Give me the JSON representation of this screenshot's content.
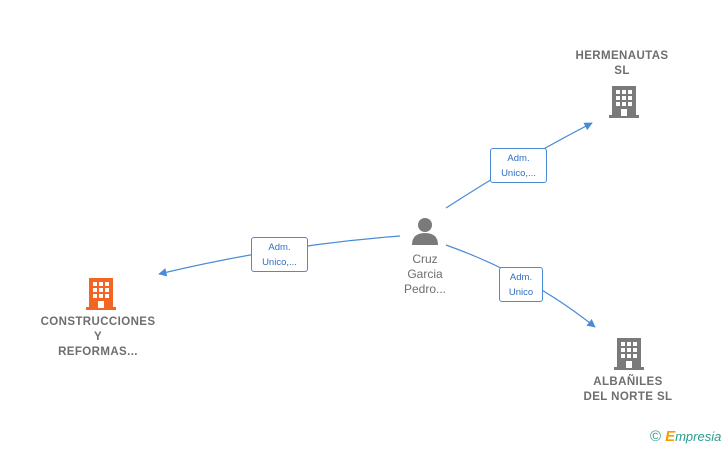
{
  "nodes": {
    "hermenautas": {
      "label": "HERMENAUTAS\nSL",
      "color": "#7a7a7a"
    },
    "construcciones": {
      "label": "CONSTRUCCIONES\nY\nREFORMAS...",
      "color": "#f26522"
    },
    "albaniles": {
      "label": "ALBAÑILES\nDEL NORTE SL",
      "color": "#7a7a7a"
    },
    "person": {
      "label": "Cruz\nGarcia\nPedro...",
      "icon": "person-icon"
    }
  },
  "edges": {
    "to_hermenautas": "Adm.\nUnico,...",
    "to_construcciones": "Adm.\nUnico,...",
    "to_albaniles": "Adm.\nUnico"
  },
  "colors": {
    "edge": "#4a8bd6",
    "text": "#6e6e6e"
  },
  "footer": {
    "copyright_symbol": "©",
    "brand_initial": "E",
    "brand_rest": "mpresia"
  }
}
